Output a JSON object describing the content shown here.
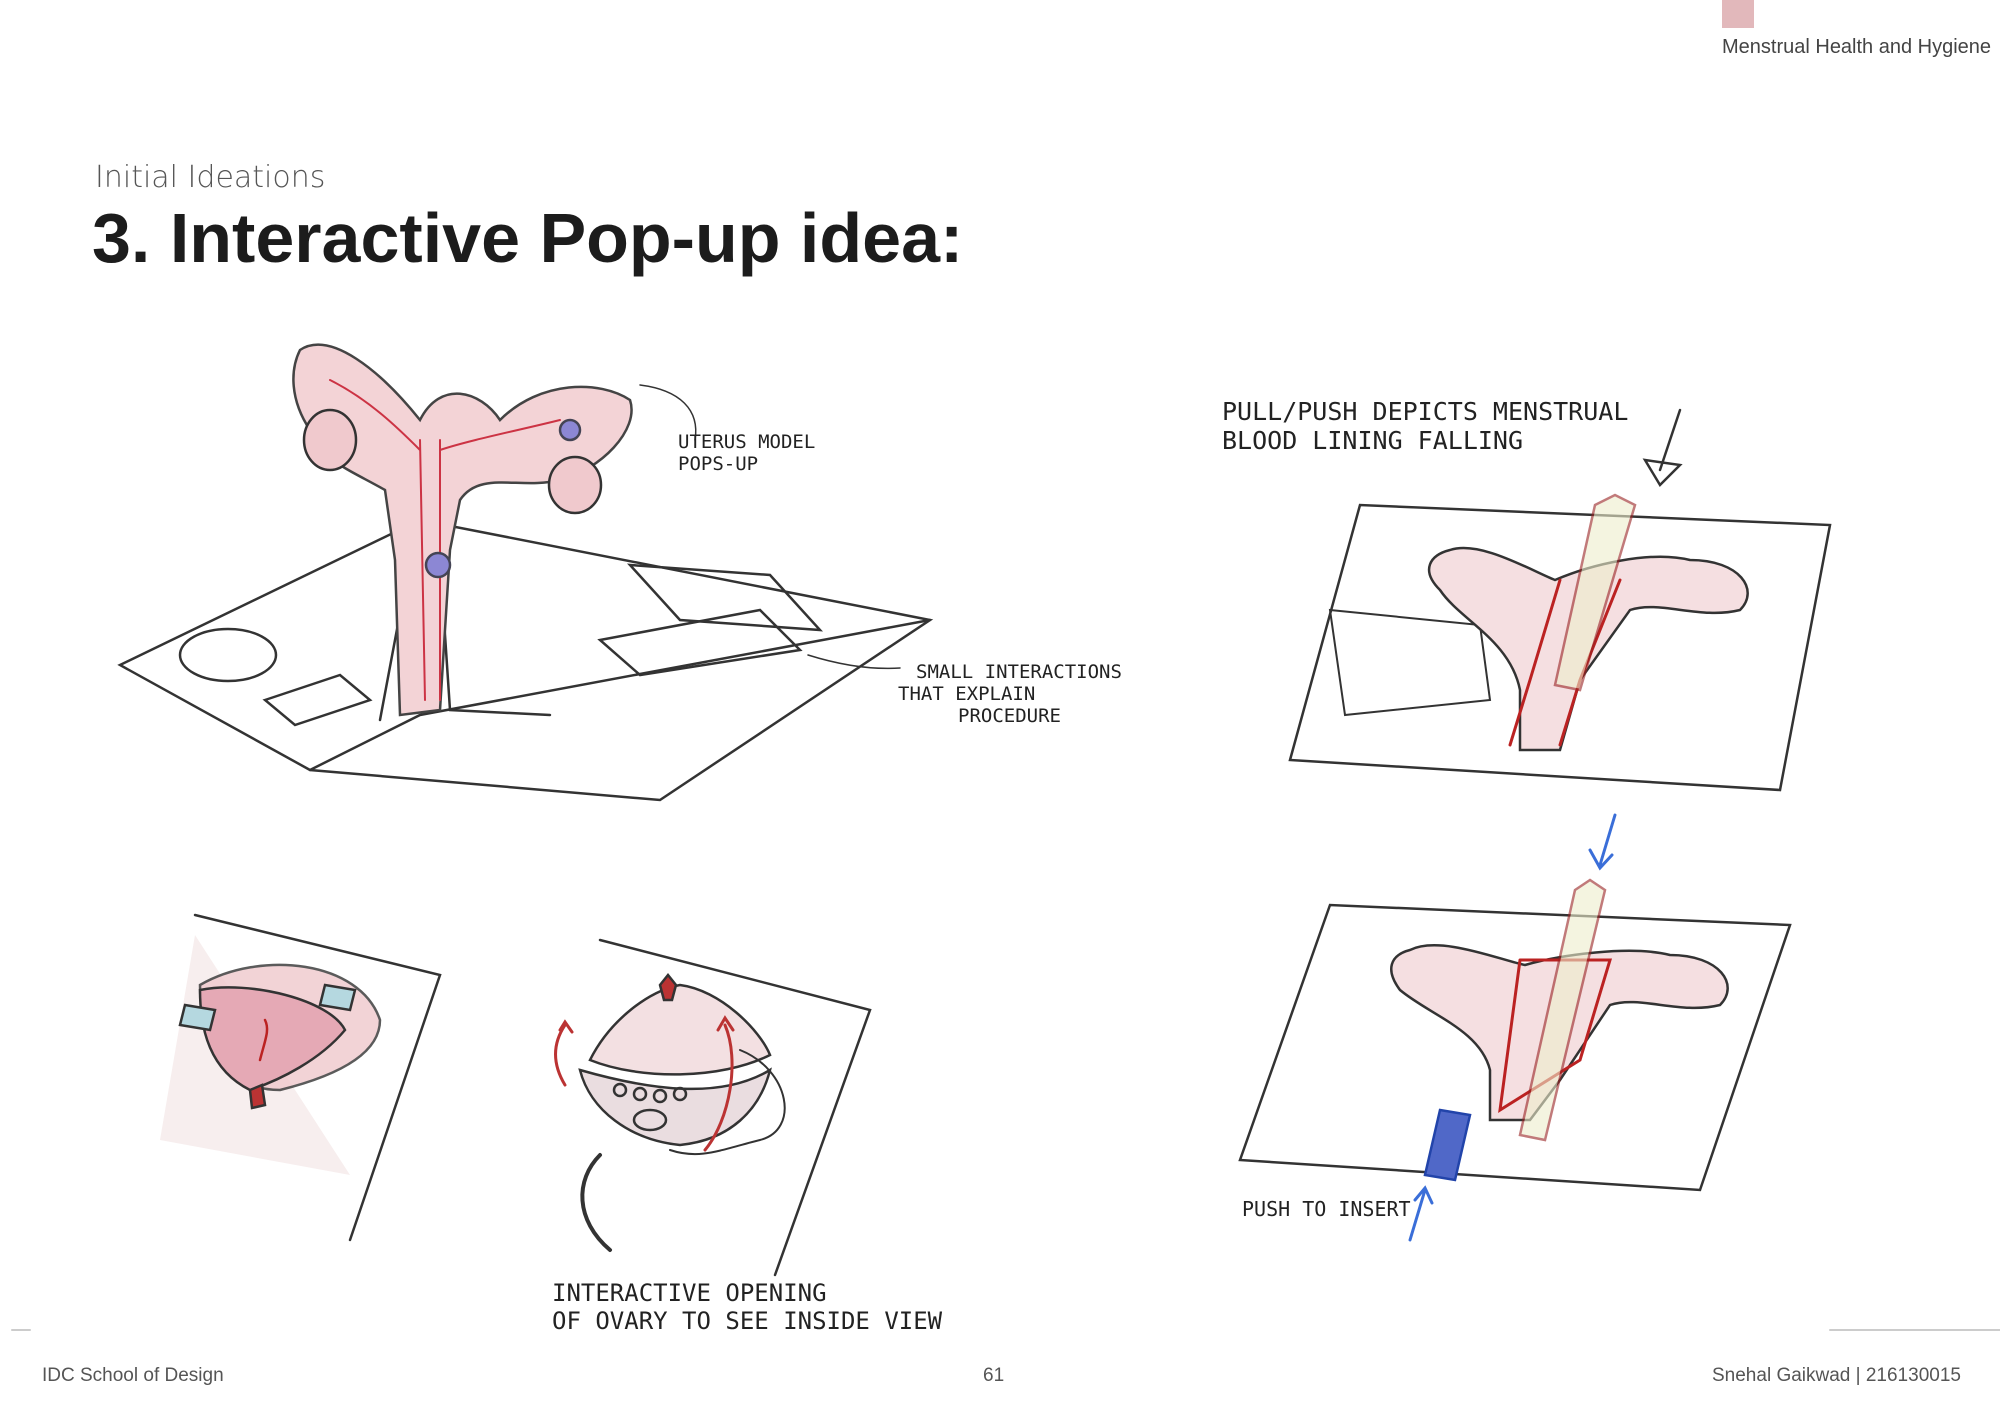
{
  "header": {
    "project": "Menstrual Health and Hygiene",
    "accent_color": "#e2b8bb"
  },
  "section_label": "Initial Ideations",
  "title": "3. Interactive Pop-up idea:",
  "annotations": {
    "uterus_popup": [
      "UTERUS MODEL",
      "POPS-UP"
    ],
    "small_interactions": [
      "SMALL INTERACTIONS",
      "THAT EXPLAIN",
      "PROCEDURE"
    ],
    "pull_push": [
      "PULL/PUSH DEPICTS MENSTRUAL",
      "BLOOD LINING FALLING"
    ],
    "ovary_opening": [
      "INTERACTIVE OPENING",
      "OF OVARY TO SEE INSIDE VIEW"
    ],
    "push_insert": "PUSH TO INSERT"
  },
  "footer": {
    "left": "IDC School of Design",
    "page": "61",
    "right": "Snehal Gaikwad | 216130015"
  }
}
